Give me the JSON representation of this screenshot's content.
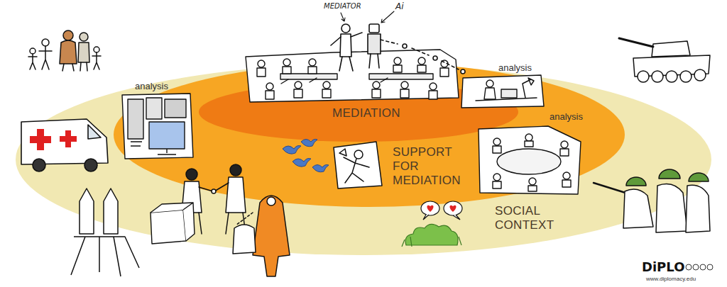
{
  "diagram": {
    "nodes": [
      {
        "text": [
          "SOCIAL CONTEXT"
        ]
      },
      {
        "text": [
          "SUPPORT FOR MEDIATION"
        ],
        "in": 0
      },
      {
        "text": [
          "MEDIATION"
        ],
        "in": 1
      }
    ],
    "labels": [
      "analysis",
      "analysis",
      "analysis",
      "MEDIATOR",
      "Ai",
      "DiPLO",
      "www.diplomacy.edu"
    ]
  }
}
